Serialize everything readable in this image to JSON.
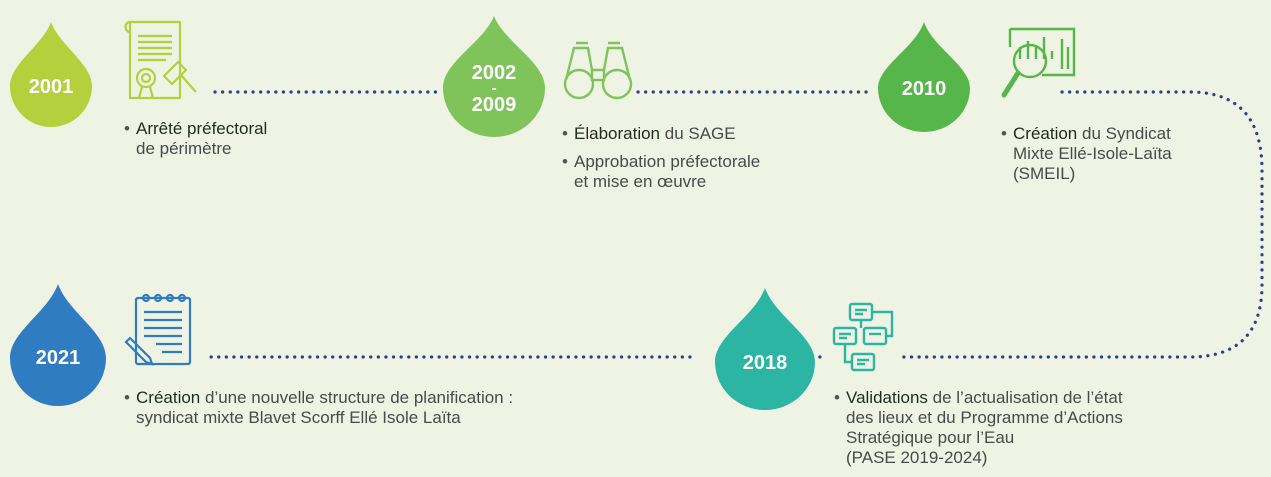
{
  "colors": {
    "background": "#eef3e4",
    "drop_2001": "#b6cf3c",
    "drop_2002": "#7fc45a",
    "drop_2010": "#56b64a",
    "drop_2018": "#2bb5a2",
    "drop_2021": "#2f7cc1",
    "dotted_line": "#2a3f8f"
  },
  "milestones": [
    {
      "year": "2001",
      "icon": "decree-gavel-icon",
      "lines": [
        {
          "bullet": "•",
          "bold": "Arrêté préfectoral",
          "rest": ""
        },
        {
          "bullet": "",
          "bold": "",
          "rest": "de périmètre"
        }
      ]
    },
    {
      "year_top": "2002",
      "year_sep": "-",
      "year_bottom": "2009",
      "icon": "binoculars-icon",
      "lines": [
        {
          "bullet": "•",
          "bold": "Élaboration",
          "rest": " du SAGE"
        },
        {
          "bullet": "•",
          "bold": "",
          "rest": "Approbation préfectorale"
        },
        {
          "bullet": "",
          "bold": "",
          "rest": "et mise en œuvre"
        }
      ]
    },
    {
      "year": "2010",
      "icon": "magnifier-chart-icon",
      "lines": [
        {
          "bullet": "•",
          "bold": "Création",
          "rest": " du Syndicat"
        },
        {
          "bullet": "",
          "bold": "",
          "rest": "Mixte Ellé-Isole-Laïta"
        },
        {
          "bullet": "",
          "bold": "",
          "rest": "(SMEIL)"
        }
      ]
    },
    {
      "year": "2018",
      "icon": "flowchart-icon",
      "lines": [
        {
          "bullet": "•",
          "bold": "Validations",
          "rest": " de l’actualisation de l’état"
        },
        {
          "bullet": "",
          "bold": "",
          "rest": "des lieux et du Programme d’Actions"
        },
        {
          "bullet": "",
          "bold": "",
          "rest": "Stratégique pour l’Eau"
        },
        {
          "bullet": "",
          "bold": "",
          "rest": "(PASE 2019-2024)"
        }
      ]
    },
    {
      "year": "2021",
      "icon": "notepad-pencil-icon",
      "lines": [
        {
          "bullet": "•",
          "bold": "Création",
          "rest": " d’une nouvelle structure de planification :"
        },
        {
          "bullet": "",
          "bold": "",
          "rest": "syndicat mixte Blavet Scorff Ellé Isole Laïta"
        }
      ]
    }
  ]
}
